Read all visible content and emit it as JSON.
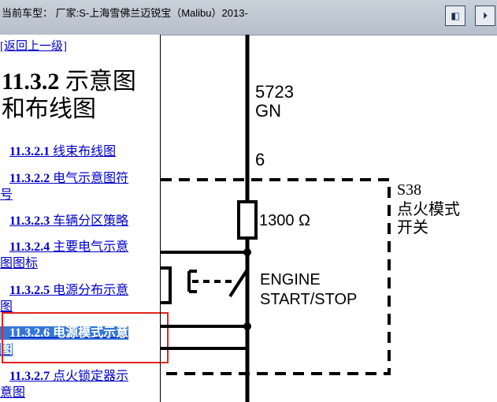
{
  "header": {
    "title": "当前车型： 厂家:S-上海雪佛兰迈锐宝（Malibu）2013-"
  },
  "toolbar": {
    "btn_prev_glyph": "◧",
    "btn_next_glyph": "⏵"
  },
  "sidebar": {
    "back_link": "[返回上一级]",
    "section_num": "11.3.2",
    "section_title_1": " 示意图",
    "section_title_2": "和布线图",
    "items": [
      {
        "num": "11.3.2.1",
        "label": "线束布线图"
      },
      {
        "num": "11.3.2.2",
        "label": "电气示意图符",
        "label2": "号"
      },
      {
        "num": "11.3.2.3",
        "label": "车辆分区策略"
      },
      {
        "num": "11.3.2.4",
        "label": "主要电气示意",
        "label2": "图图标"
      },
      {
        "num": "11.3.2.5",
        "label": "电源分布示意",
        "label2": "图"
      },
      {
        "num": "11.3.2.6",
        "label": "电源模式示意",
        "label2": "图"
      },
      {
        "num": "11.3.2.7",
        "label": "点火锁定器示",
        "label2": "意图"
      }
    ]
  },
  "diagram": {
    "wire_circuit": "5723",
    "wire_color": "GN",
    "pin": "6",
    "component_id": "S38",
    "component_name_1": "点火模式",
    "component_name_2": "开关",
    "resistor_value": "1300 Ω",
    "switch_label_1": "ENGINE",
    "switch_label_2": "START/STOP"
  }
}
